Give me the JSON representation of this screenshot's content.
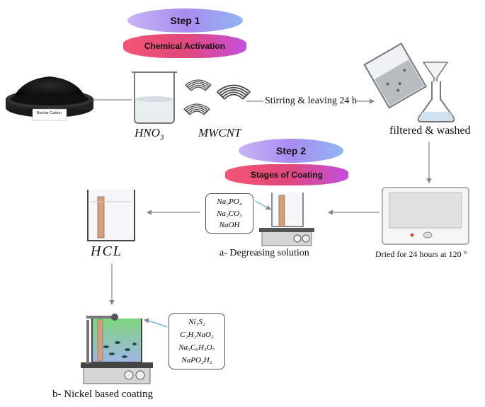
{
  "step1": {
    "title": "Step 1",
    "subtitle": "Chemical Activation"
  },
  "step2": {
    "title": "Step 2",
    "subtitle": "Stages of Coating"
  },
  "powder_label": "Biochar Carbon",
  "chem_hno3": "HNO",
  "chem_hno3_sub": "3",
  "chem_mwcnt": "MWCNT",
  "stirring": "Stirring & leaving 24 h",
  "filtered": "filtered & washed",
  "dried": "Dried for 24 hours at 120 °",
  "degreasing": "a-   Degreasing solution",
  "hcl": "HCL",
  "nickel": "b- Nickel based coating",
  "degrease_chems": [
    "Na₃PO₄",
    "Na₂CO₃",
    "NaOH"
  ],
  "nickel_chems": [
    "Ni₃S₂",
    "C₂H₃NaO₂",
    "Na₃C₆H₅O₇",
    "NaPO₂H₂"
  ],
  "colors": {
    "step1_pill": "#a98bf0",
    "step2_pill": "#e2477a",
    "arrow": "#888888"
  }
}
